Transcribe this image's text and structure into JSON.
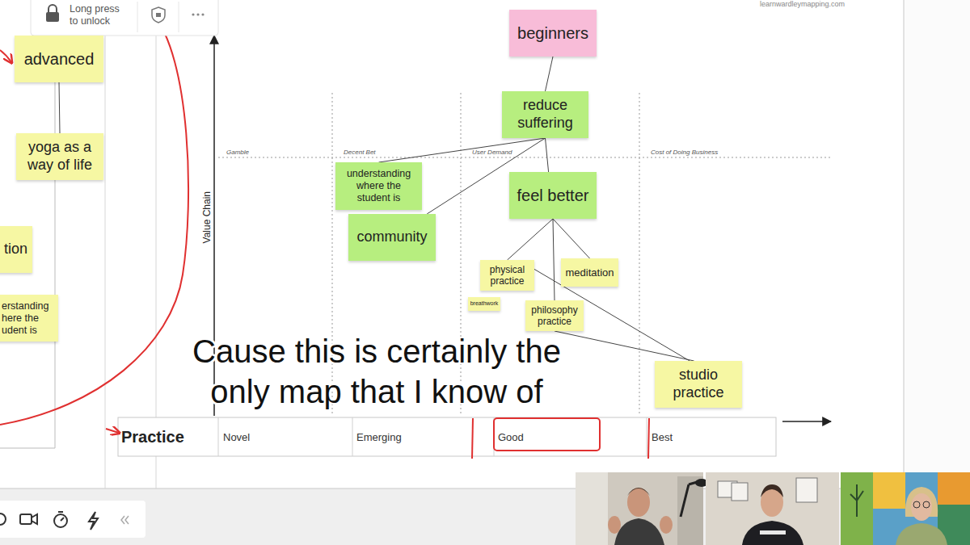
{
  "diagram": {
    "caption": "Cause this is certainly the only map that I know of",
    "nodes": [
      {
        "text": [
          "advanced"
        ]
      },
      {
        "text": [
          "yoga as a way of life"
        ]
      },
      {
        "text": [
          "tion"
        ]
      },
      {
        "text": [
          "erstanding here the udent is"
        ]
      },
      {
        "text": [
          "beginners"
        ]
      },
      {
        "text": [
          "reduce suffering"
        ]
      },
      {
        "text": [
          "understanding where the student is"
        ]
      },
      {
        "text": [
          "community"
        ]
      },
      {
        "text": [
          "feel better"
        ]
      },
      {
        "text": [
          "physical practice"
        ]
      },
      {
        "text": [
          "meditation"
        ]
      },
      {
        "text": [
          "breathwork"
        ]
      },
      {
        "text": [
          "philosophy practice"
        ]
      },
      {
        "text": [
          "studio practice"
        ]
      }
    ],
    "edges": [
      {
        "from": 0,
        "to": 1,
        "arrow": "none"
      },
      {
        "from": 4,
        "to": 5,
        "arrow": "none"
      },
      {
        "from": 5,
        "to": 6,
        "arrow": "none"
      },
      {
        "from": 5,
        "to": 7,
        "arrow": "none"
      },
      {
        "from": 5,
        "to": 8,
        "arrow": "none"
      },
      {
        "from": 8,
        "to": 9,
        "arrow": "none"
      },
      {
        "from": 8,
        "to": 12,
        "arrow": "none"
      },
      {
        "from": 8,
        "to": 10,
        "arrow": "none"
      },
      {
        "from": 9,
        "to": 13,
        "arrow": "none"
      },
      {
        "from": 12,
        "to": 13,
        "arrow": "none"
      }
    ],
    "labels": [
      "Long press to unlock",
      "Gamble",
      "Decent Bet",
      "User Demand",
      "Cost of Doing Business",
      "Value Chain",
      "learnwardleymapping.com",
      "Practice",
      "Novel",
      "Emerging",
      "Good",
      "Best"
    ]
  }
}
